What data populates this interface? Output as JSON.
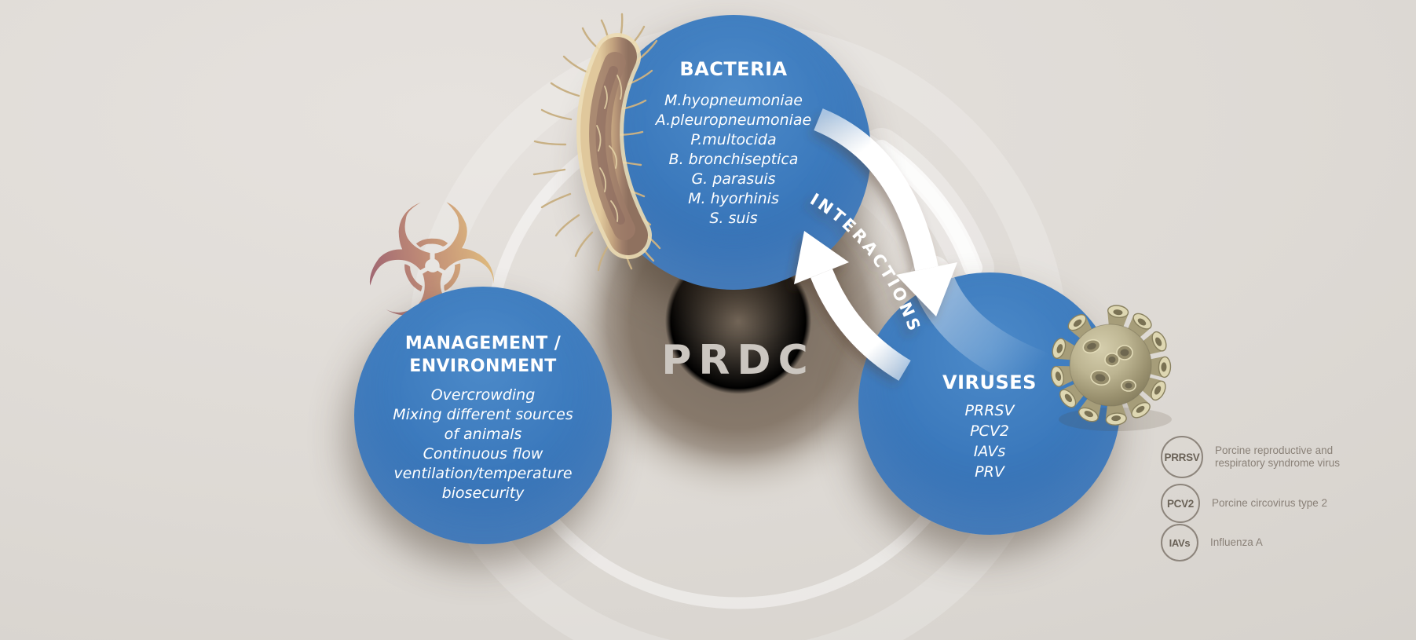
{
  "title_core": {
    "label": "PRDC"
  },
  "interactions": {
    "label": "INTERACTIONS"
  },
  "circles": {
    "bacteria": {
      "title": "BACTERIA",
      "items": [
        "M.hyopneumoniae",
        "A.pleuropneumoniae",
        "P.multocida",
        "B. bronchiseptica",
        "G. parasuis",
        "M. hyorhinis",
        "S. suis"
      ]
    },
    "management": {
      "title_line1": "MANAGEMENT /",
      "title_line2": "ENVIRONMENT",
      "items": [
        "Overcrowding",
        "Mixing different sources",
        "of animals",
        "Continuous flow",
        "ventilation/temperature",
        "biosecurity"
      ]
    },
    "viruses": {
      "title": "VIRUSES",
      "items": [
        "PRRSV",
        "PCV2",
        "IAVs",
        "PRV"
      ]
    }
  },
  "legend": {
    "items": [
      {
        "abbr": "PRRSV",
        "desc_line1": "Porcine reproductive and",
        "desc_line2": "respiratory syndrome virus"
      },
      {
        "abbr": "PCV2",
        "desc_line1": "Porcine circovirus type 2",
        "desc_line2": ""
      },
      {
        "abbr": "IAVs",
        "desc_line1": "Influenza A",
        "desc_line2": ""
      }
    ]
  },
  "icons": {
    "biohazard_glyph": "☣",
    "bacterium": "rod-bacterium-illustration",
    "virus": "virus-particle-illustration"
  },
  "colors": {
    "circle_blue": "#3674b8",
    "core_brown": "#87796b",
    "background": "#dcd8d3",
    "prdc_text": "#cbc6c0",
    "biohazard_gold": "#e8c67c",
    "biohazard_maroon": "#95576b",
    "virus_olive": "#b3ab92",
    "arrow_white": "#ffffff",
    "legend_text": "#8a8178"
  }
}
